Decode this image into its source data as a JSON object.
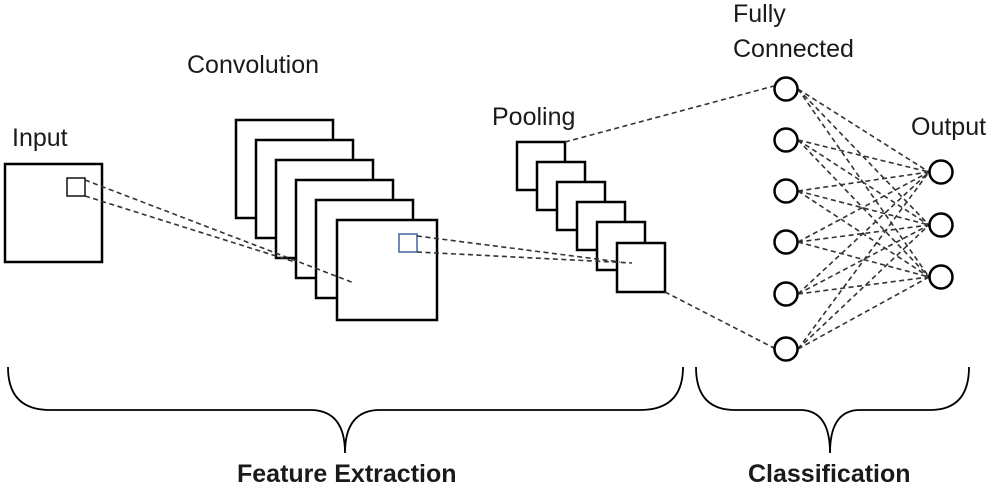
{
  "labels": {
    "input": "Input",
    "convolution": "Convolution",
    "pooling": "Pooling",
    "fully_connected_line1": "Fully",
    "fully_connected_line2": "Connected",
    "output": "Output",
    "feature_extraction": "Feature Extraction",
    "classification": "Classification"
  },
  "layers": {
    "convolution_maps": 6,
    "pooling_maps": 6,
    "fully_connected_nodes": 6,
    "output_nodes": 3
  }
}
